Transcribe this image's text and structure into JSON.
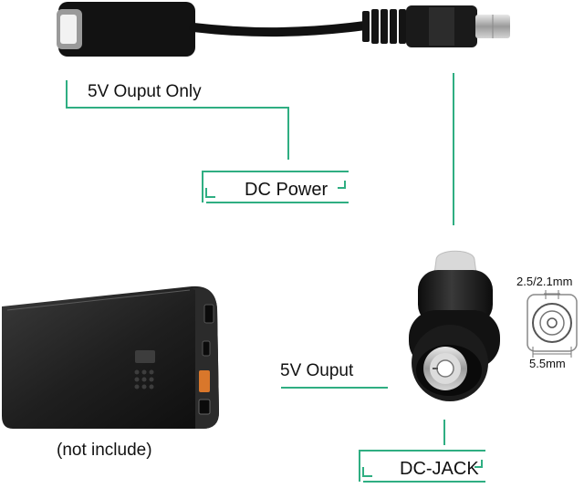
{
  "labels": {
    "output_only": "5V Ouput Only",
    "dc_power": "DC Power",
    "output": "5V Ouput",
    "dc_jack": "DC-JACK",
    "inner_diameter": "2.5/2.1mm",
    "outer_diameter": "5.5mm",
    "power_bank_note": "(not include)"
  },
  "colors": {
    "accent": "#2fae82",
    "cable": "#111111",
    "background": "#ffffff",
    "power_bank": "#1c1c1c"
  }
}
